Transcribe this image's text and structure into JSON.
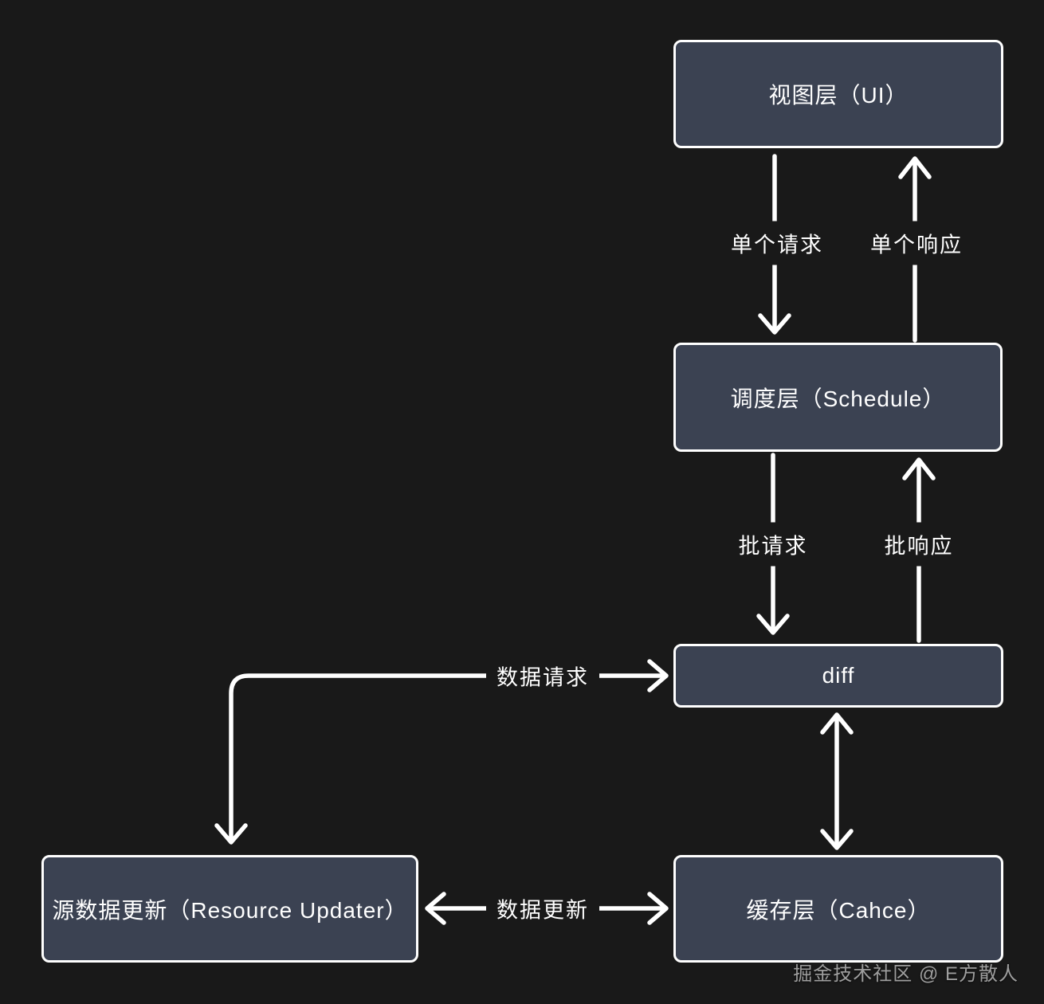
{
  "colors": {
    "background": "#191919",
    "node_fill": "#3b4252",
    "node_border": "#ffffff",
    "arrow": "#ffffff",
    "text": "#ffffff",
    "watermark": "#9e9e9e"
  },
  "diagram": {
    "nodes": [
      {
        "id": "ui",
        "label": "视图层（UI）"
      },
      {
        "id": "schedule",
        "label": "调度层（Schedule）"
      },
      {
        "id": "diff",
        "label": "diff"
      },
      {
        "id": "cache",
        "label": "缓存层（Cahce）"
      },
      {
        "id": "resource",
        "label": "源数据更新（Resource Updater）"
      }
    ],
    "edges": [
      {
        "from": "ui",
        "to": "schedule",
        "label": "单个请求",
        "direction": "down"
      },
      {
        "from": "schedule",
        "to": "ui",
        "label": "单个响应",
        "direction": "up"
      },
      {
        "from": "schedule",
        "to": "diff",
        "label": "批请求",
        "direction": "down"
      },
      {
        "from": "diff",
        "to": "schedule",
        "label": "批响应",
        "direction": "up"
      },
      {
        "from": "diff",
        "to": "resource",
        "label": "数据请求",
        "direction": "both"
      },
      {
        "from": "diff",
        "to": "cache",
        "label": "",
        "direction": "both"
      },
      {
        "from": "resource",
        "to": "cache",
        "label": "数据更新",
        "direction": "both"
      }
    ]
  },
  "watermark": "掘金技术社区 @ E方散人"
}
